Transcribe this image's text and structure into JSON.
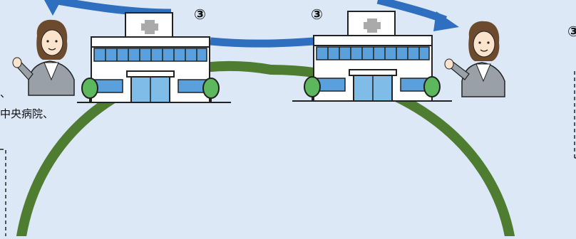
{
  "labels": {
    "step_left": "③",
    "step_right": "③",
    "step_edge_right": "③",
    "hospital_text": "中央病院、",
    "edge_mark": "、"
  },
  "colors": {
    "background": "#dce8f6",
    "arrow_blue": "#2f6fc0",
    "arc_green": "#4e7d32",
    "building_window": "#5aa0dc",
    "tree_green": "#5db85d"
  },
  "icons": [
    "hospital-icon",
    "staff-person-icon",
    "curved-arrow",
    "tree-icon"
  ]
}
